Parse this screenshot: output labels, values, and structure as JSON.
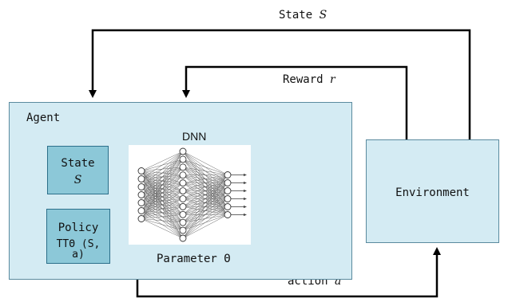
{
  "feedback": {
    "state_label_prefix": "State",
    "state_label_symbol": "S",
    "reward_label_prefix": "Reward",
    "reward_label_symbol": "r",
    "action_label_prefix": "action",
    "action_label_symbol": "a"
  },
  "agent": {
    "title": "Agent",
    "state_box": {
      "line1": "State",
      "line2": "S"
    },
    "policy_box": {
      "line1": "Policy",
      "line2": "TTΘ (S, a)"
    },
    "dnn": {
      "title": "DNN",
      "parameter_label": "Parameter Θ",
      "layers": [
        7,
        12,
        6
      ]
    }
  },
  "environment": {
    "title": "Environment"
  },
  "colors": {
    "outer_box_fill": "#d4ebf3",
    "inner_box_fill": "#8cc8d8",
    "arrow": "#000000"
  }
}
